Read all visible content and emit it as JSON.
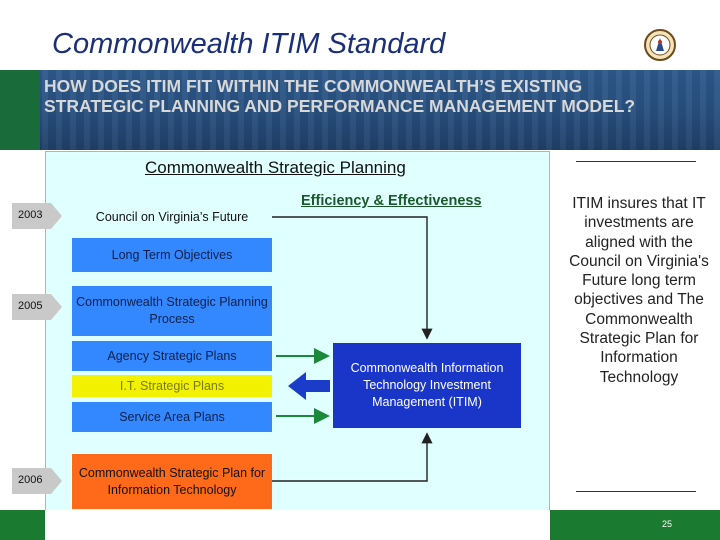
{
  "header": {
    "title": "Commonwealth ITIM Standard",
    "subtitle": "HOW DOES ITIM FIT WITHIN THE COMMONWEALTH’S EXISTING STRATEGIC PLANNING AND PERFORMANCE MANAGEMENT MODEL?"
  },
  "panel": {
    "title": "Commonwealth Strategic Planning",
    "efficiency_title": "Efficiency & Effectiveness"
  },
  "years": {
    "y2003": "2003",
    "y2005": "2005",
    "y2006": "2006"
  },
  "boxes": {
    "council": "Council on Virginia’s Future",
    "objectives": "Long Term Objectives",
    "planning_process": "Commonwealth Strategic Planning Process",
    "agency_plans": "Agency Strategic Plans",
    "it_plans": "I.T. Strategic Plans",
    "service_plans": "Service Area Plans",
    "it_plan": "Commonwealth Strategic Plan for Information Technology",
    "itim": "Commonwealth Information Technology Investment Management (ITIM)"
  },
  "side_note": "ITIM insures that IT investments are aligned with the Council on Virginia's Future long term objectives and The Commonwealth Strategic Plan for Information Technology",
  "footer": {
    "page_number": "25"
  },
  "colors": {
    "title": "#1a2f78",
    "banner": "#2e5a8c",
    "panel_bg": "#e0ffff",
    "blue_box": "#3388ff",
    "yellow_box": "#f2f200",
    "orange_box": "#ff6a1a",
    "itim_box": "#1936c8",
    "arrow_green": "#1a8a3a",
    "footer_green": "#1a7a30"
  }
}
